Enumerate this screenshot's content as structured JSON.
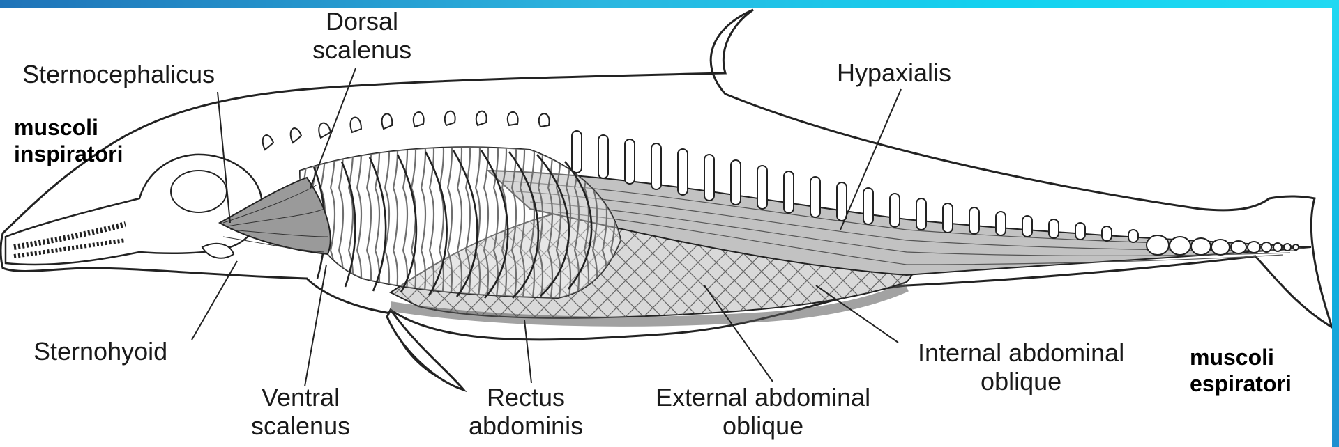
{
  "labels": {
    "dorsal_scalenus": [
      "Dorsal",
      "scalenus"
    ],
    "sternocephalicus": "Sternocephalicus",
    "hypaxialis": "Hypaxialis",
    "sternohyoid": "Sternohyoid",
    "ventral_scalenus": [
      "Ventral",
      "scalenus"
    ],
    "rectus_abdominis": [
      "Rectus",
      "abdominis"
    ],
    "external_abdominal_oblique": [
      "External abdominal",
      "oblique"
    ],
    "internal_abdominal_oblique": [
      "Internal abdominal",
      "oblique"
    ]
  },
  "groups": {
    "inspiratory": [
      "muscoli",
      "inspiratori"
    ],
    "expiratory": [
      "muscoli",
      "espiratori"
    ]
  },
  "colors": {
    "bar_start": "#1f73b8",
    "bar_end": "#22d9f2",
    "outline": "#222222",
    "muscle_fill": "#b8b8b8",
    "hatch": "#555555"
  }
}
